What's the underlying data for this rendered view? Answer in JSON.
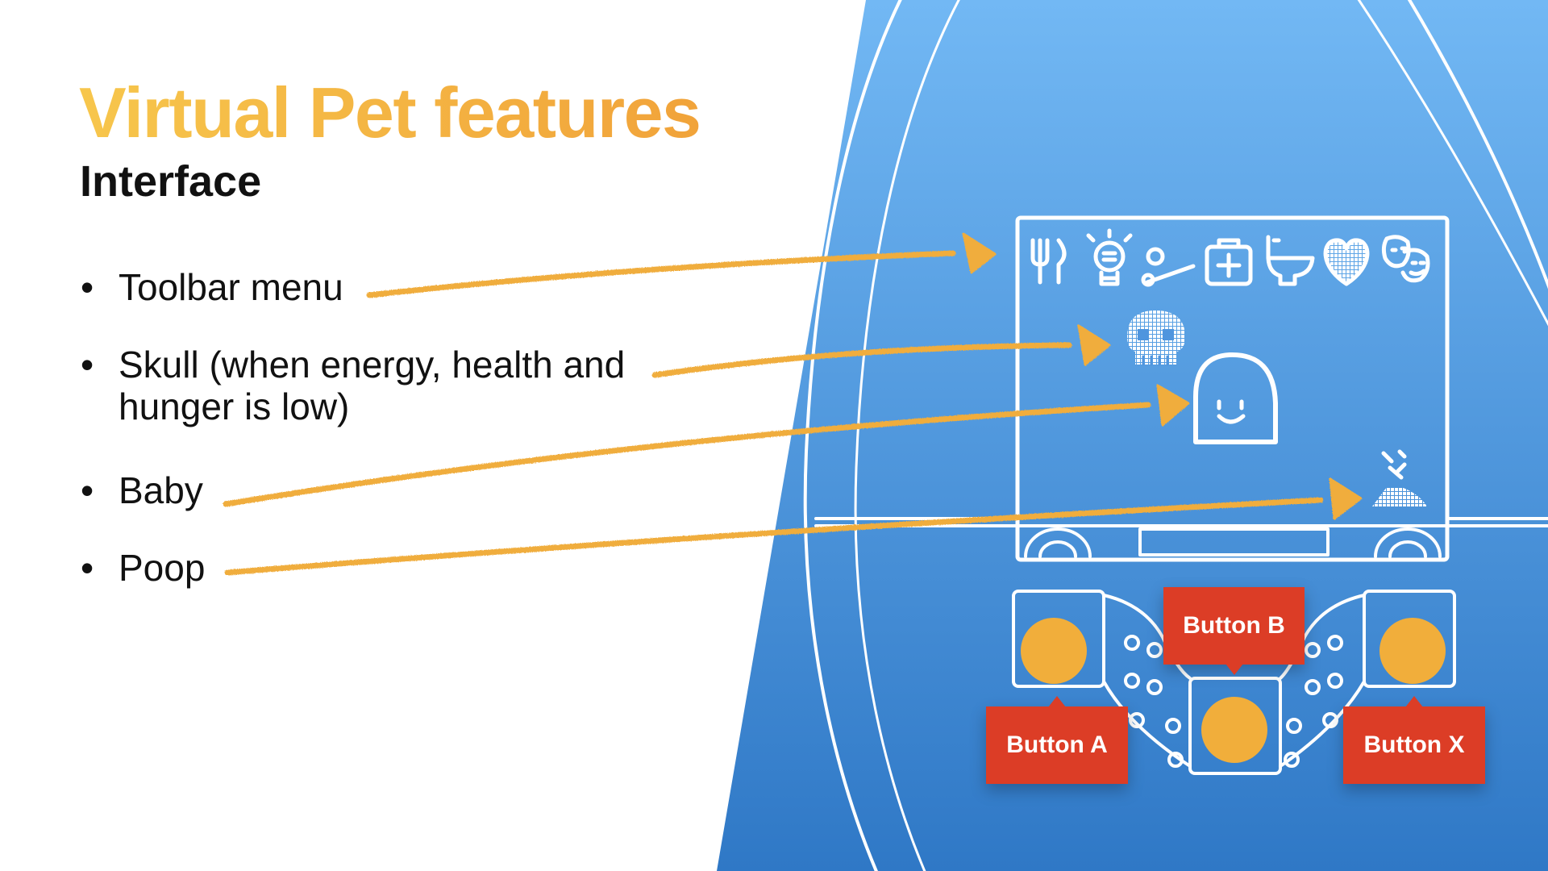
{
  "slide": {
    "title": "Virtual Pet features",
    "subtitle": "Interface",
    "bullets": [
      {
        "marker": "•",
        "lines": [
          "Toolbar menu"
        ]
      },
      {
        "marker": "•",
        "lines": [
          "Skull (when energy, health and",
          "hunger is low)"
        ]
      },
      {
        "marker": "•",
        "lines": [
          "Baby"
        ]
      },
      {
        "marker": "•",
        "lines": [
          "Poop"
        ]
      }
    ]
  },
  "device": {
    "toolbar_icons": [
      "fork-knife-icon",
      "lightbulb-icon",
      "bat-ball-icon",
      "first-aid-kit-icon",
      "toilet-icon",
      "heart-icon",
      "comedy-tragedy-masks-icon"
    ],
    "callouts": {
      "button_a": "Button A",
      "button_b": "Button B",
      "button_x": "Button X"
    }
  },
  "colors": {
    "title_gradient_start": "#f7c64c",
    "title_gradient_end": "#f1a33a",
    "panel_top": "#72b8f4",
    "panel_bottom": "#2f78c6",
    "arrow": "#f0ad3c",
    "button_fill": "#f1ae3b",
    "callout_fill": "#dc3d26",
    "device_lines": "#ffffff"
  }
}
